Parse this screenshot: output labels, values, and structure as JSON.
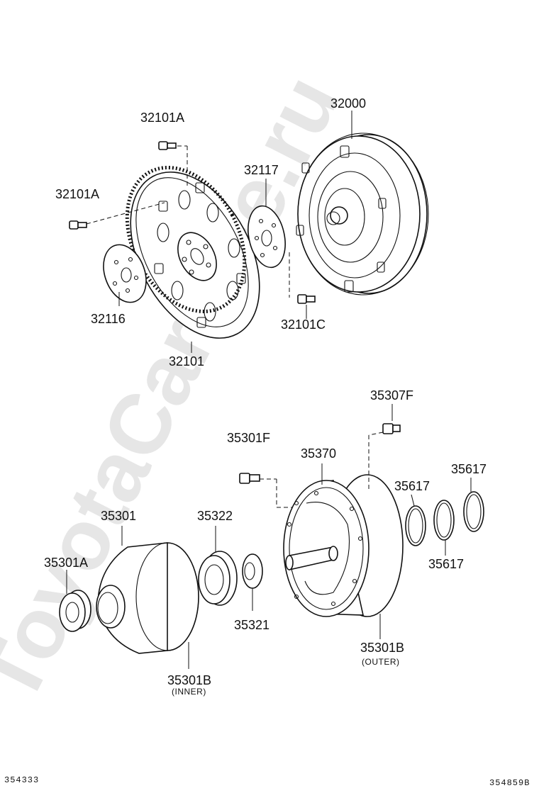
{
  "watermark": "ToyotaCarMile.ru",
  "labels": {
    "p32000": "32000",
    "p32101A_top": "32101A",
    "p32101A_left": "32101A",
    "p32117": "32117",
    "p32116": "32116",
    "p32101C": "32101C",
    "p32101": "32101",
    "p35307F": "35307F",
    "p35301F": "35301F",
    "p35370": "35370",
    "p35301": "35301",
    "p35322": "35322",
    "p35617_a": "35617",
    "p35617_b": "35617",
    "p35617_c": "35617",
    "p35301A": "35301A",
    "p35321": "35321",
    "p35301B_outer": "35301B",
    "outer_note": "(OUTER)",
    "p35301B_inner": "35301B",
    "inner_note": "(INNER)"
  },
  "footer": {
    "left_code": "354333",
    "right_code": "354859B"
  }
}
